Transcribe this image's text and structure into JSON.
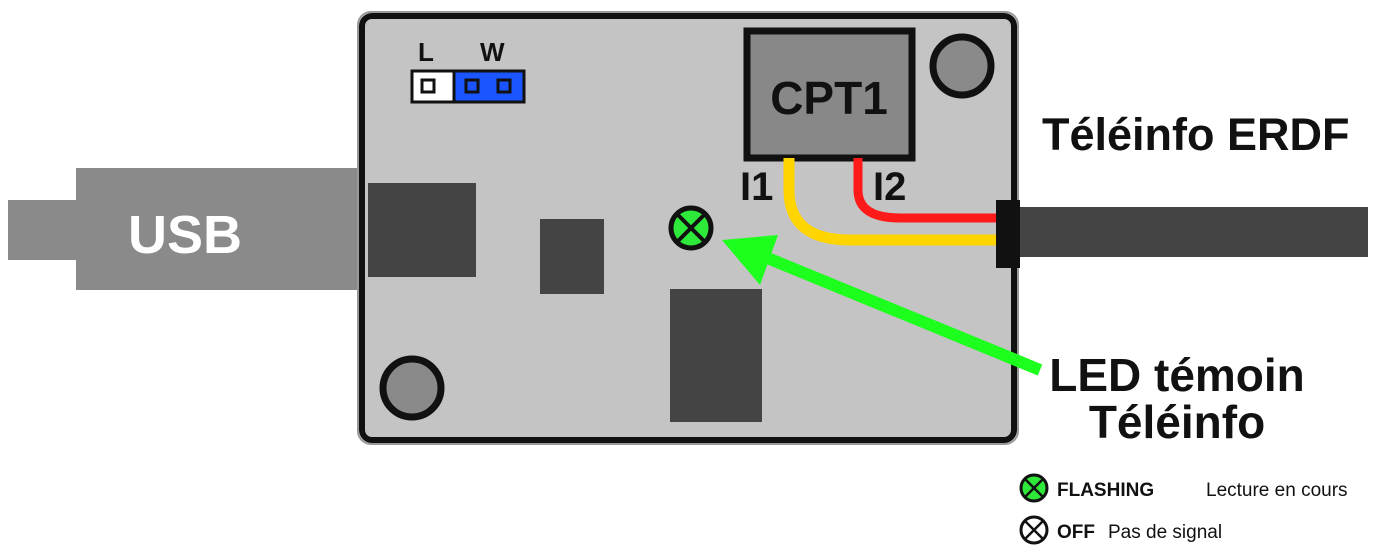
{
  "usb": {
    "label": "USB"
  },
  "board": {
    "jumper_left": "L",
    "jumper_right": "W",
    "chip_label": "CPT1",
    "wire1_label": "I1",
    "wire2_label": "I2"
  },
  "teleinfo": {
    "label": "Téléinfo ERDF"
  },
  "led_callout": {
    "line1": "LED témoin",
    "line2": "Téléinfo"
  },
  "legend": [
    {
      "state": "FLASHING",
      "description": "Lecture en cours",
      "icon": "led-green-icon"
    },
    {
      "state": "OFF",
      "description": "Pas de signal",
      "icon": "led-off-icon"
    }
  ],
  "colors": {
    "board_fill": "#c4c4c4",
    "board_border": "#111111",
    "usb_gray": "#8a8a8a",
    "dark_component": "#444444",
    "chip_fill": "#888888",
    "wire_yellow": "#ffd500",
    "wire_red": "#ff1a1a",
    "led_green": "#2ee83a",
    "arrow_green": "#1dff1d",
    "jumper_blue": "#1a55ff"
  }
}
